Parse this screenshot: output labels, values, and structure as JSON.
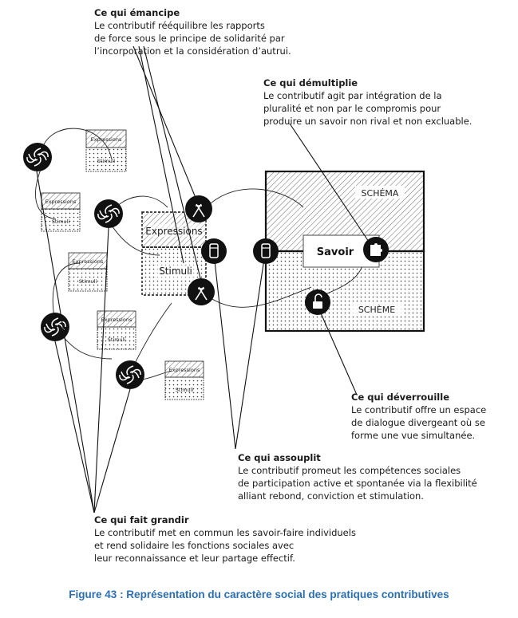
{
  "notes": {
    "emancipe": {
      "title": "Ce qui émancipe",
      "lines": [
        "Le contributif rééquilibre les rapports",
        "de force sous le principe de solidarité par",
        "l’incorporation et la considération d’autrui."
      ]
    },
    "demultiplie": {
      "title": "Ce qui démultiplie",
      "lines": [
        "Le contributif agit par intégration de la",
        "pluralité et non par le compromis pour",
        "produire un savoir non rival et non excluable."
      ]
    },
    "deverrouille": {
      "title": "Ce qui déverrouille",
      "lines": [
        "Le contributif offre un espace",
        "de dialogue divergeant où se",
        "forme une vue simultanée."
      ]
    },
    "assouplit": {
      "title": "Ce qui assouplit",
      "lines": [
        "Le contributif promeut les compétences sociales",
        "de participation active et spontanée via la flexibilité",
        "alliant rebond, conviction et stimulation."
      ]
    },
    "fait_grandir": {
      "title": "Ce qui fait grandir",
      "lines": [
        "Le contributif met en commun les savoir-faire individuels",
        "et rend solidaire les fonctions sociales avec",
        "leur reconnaissance et leur partage effectif."
      ]
    }
  },
  "diagram": {
    "box_top_label": "Expressions",
    "box_bottom_label": "Stimuli",
    "schema_label": "SCHÉMA",
    "scheme_label": "SCHÈME",
    "savoir_label": "Savoir"
  },
  "caption": "Figure 43 : Représentation du caractère social des pratiques contributives",
  "colors": {
    "caption": "#2a6fb5",
    "ink": "#1a1a1a"
  }
}
